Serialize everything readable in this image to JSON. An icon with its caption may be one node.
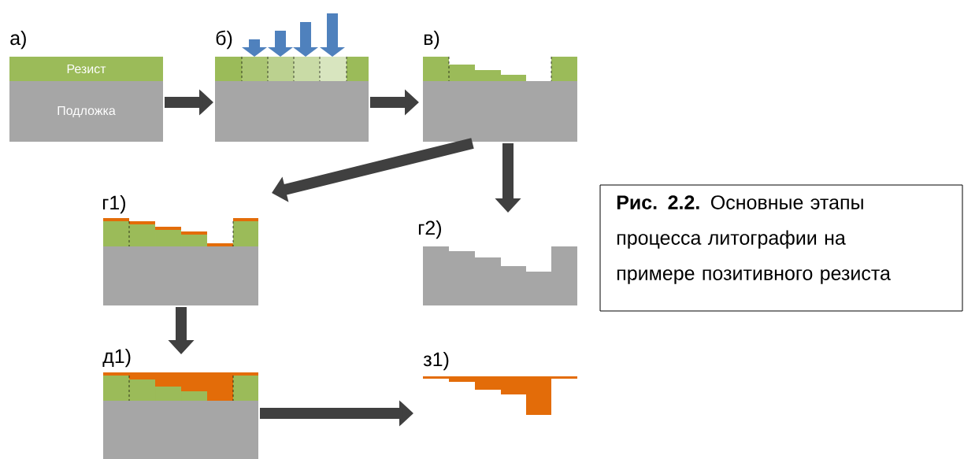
{
  "diagram": {
    "caption": "**Рис. 2.2.** Основные этапы процесса литографии на примере позитивного резиста",
    "nodes": [
      {
        "text": [
          "а)",
          "Резист",
          "Подложка"
        ]
      },
      {
        "text": [
          "б)"
        ]
      },
      {
        "text": [
          "в)"
        ]
      },
      {
        "text": [
          "г1)"
        ]
      },
      {
        "text": [
          "г2)"
        ]
      },
      {
        "text": [
          "д1)"
        ]
      },
      {
        "text": [
          "з1)"
        ]
      }
    ],
    "edges": [
      {
        "from": 0,
        "to": 1,
        "arrow": "to"
      },
      {
        "from": 1,
        "to": 2,
        "arrow": "to"
      },
      {
        "from": 2,
        "to": 3,
        "arrow": "to"
      },
      {
        "from": 2,
        "to": 4,
        "arrow": "to"
      },
      {
        "from": 3,
        "to": 5,
        "arrow": "to"
      },
      {
        "from": 5,
        "to": 6,
        "arrow": "to"
      }
    ]
  }
}
